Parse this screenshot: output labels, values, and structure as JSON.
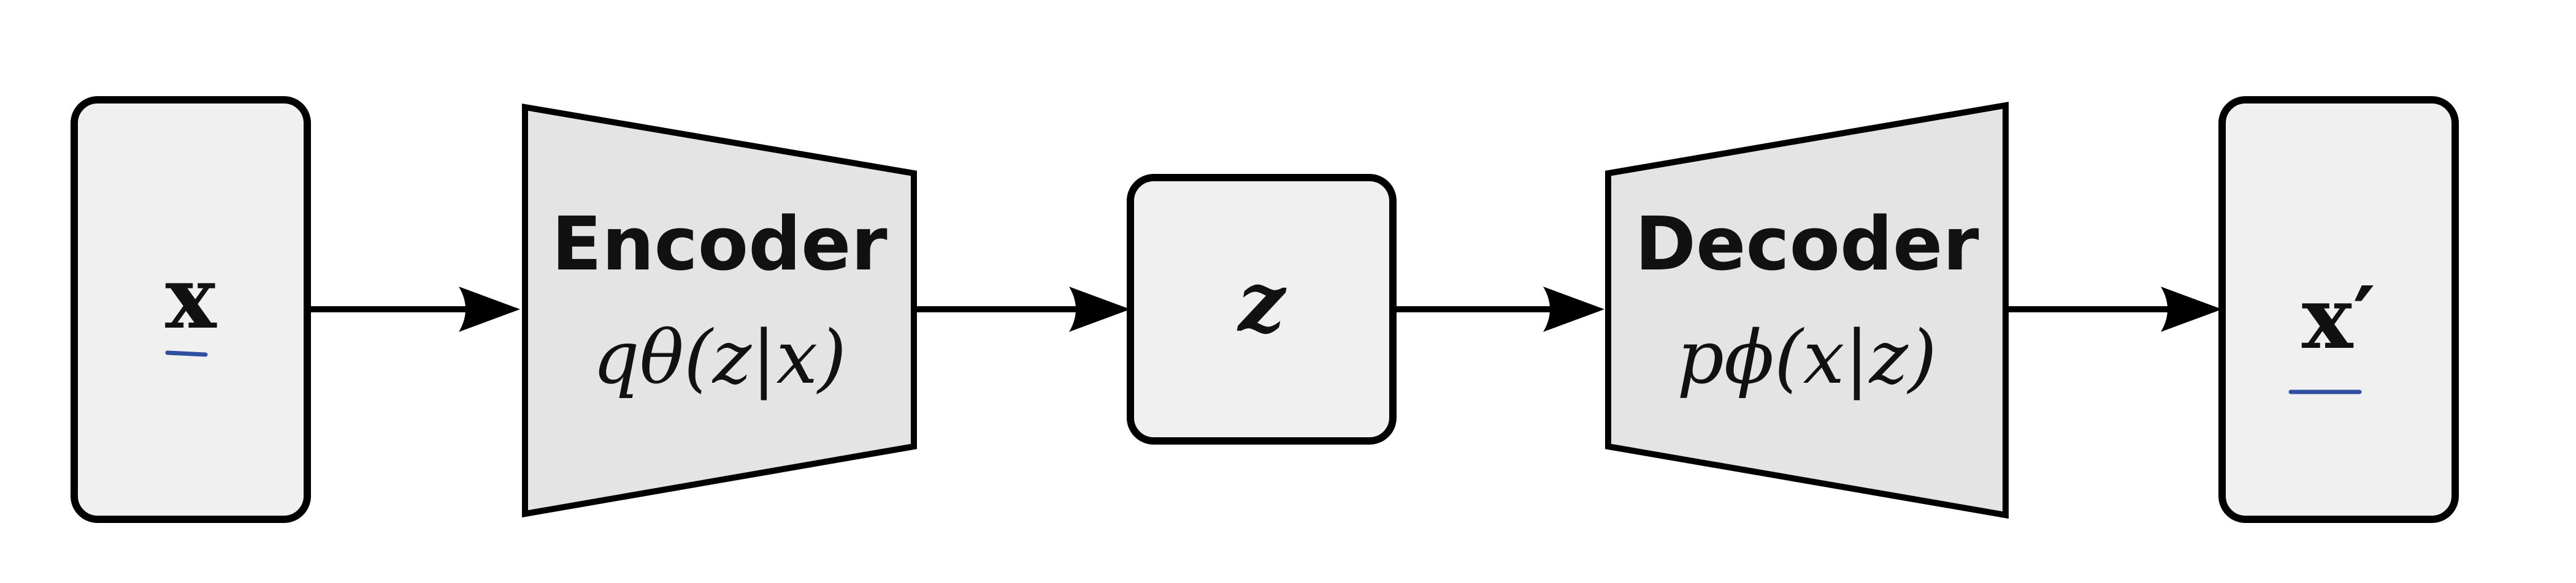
{
  "nodes": {
    "input": {
      "label": "x"
    },
    "encoder": {
      "title": "Encoder",
      "formula": "qθ(z|x)"
    },
    "latent": {
      "label": "z"
    },
    "decoder": {
      "title": "Decoder",
      "formula": "pϕ(x|z)"
    },
    "output": {
      "label": "x′"
    }
  },
  "colors": {
    "box_fill": "#f0f0f0",
    "trapezoid_fill": "#e4e4e4",
    "stroke": "#000000",
    "underline": "#2f4fa0"
  }
}
